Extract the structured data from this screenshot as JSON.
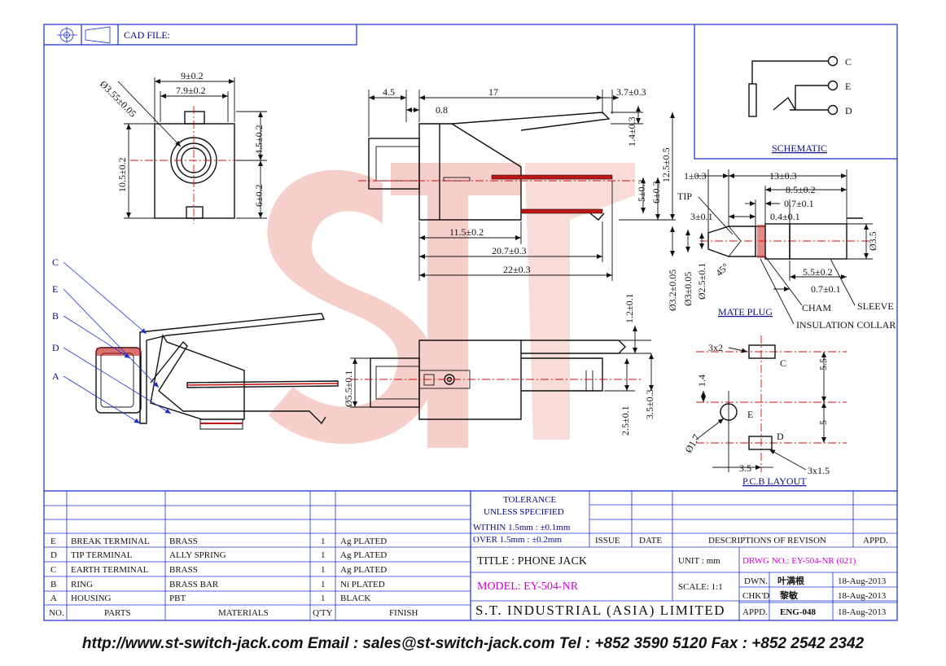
{
  "header": {
    "cad_file_label": "CAD FILE:"
  },
  "watermark": {
    "text": "ST",
    "color": "#e8847c"
  },
  "schematic": {
    "title": "SCHEMATIC",
    "pins": [
      "C",
      "E",
      "D"
    ]
  },
  "front_view": {
    "dims": [
      "9±0.2",
      "7.9±0.2",
      "Ø3.55±0.05",
      "10.5±0.2",
      "4.5±0.2",
      "6±0.2"
    ]
  },
  "side_view": {
    "dims": [
      "4.5",
      "17",
      "3.7±0.3",
      "0.8",
      "1.4±0.3",
      "12.5±0.5",
      "5±0.3",
      "6±0.3",
      "11.5±0.2",
      "20.7±0.3",
      "22±0.3"
    ]
  },
  "bottom_view": {
    "dims": [
      "1.2±0.1",
      "Ø5.5±0.1",
      "2.5±0.1",
      "3.5±0.3"
    ]
  },
  "iso_view": {
    "labels": [
      "C",
      "E",
      "B",
      "D",
      "A"
    ]
  },
  "mate_plug": {
    "title": "MATE PLUG",
    "dims": [
      "1±0.3",
      "13±0.3",
      "8.5±0.2",
      "0.7±0.1",
      "3±0.1",
      "0.4±0.1",
      "Ø3.5",
      "5.5±0.2",
      "0.7±0.1",
      "Ø3.2±0.05",
      "Ø3±0.05",
      "Ø2.5±0.1",
      "45°"
    ],
    "labels": [
      "TIP",
      "CHAM",
      "SLEEVE",
      "INSULATION COLLAR"
    ]
  },
  "pcb_layout": {
    "title": "P.C.B LAYOUT",
    "dims": [
      "3x2",
      "C",
      "5.5",
      "1.4",
      "E",
      "5",
      "Ø1.7",
      "D",
      "3.5",
      "3x1.5"
    ]
  },
  "title_block": {
    "tolerance": [
      "TOLERANCE",
      "UNLESS SPECIFIED",
      "WITHIN 1.5mm : ±0.1mm",
      "OVER 1.5mm : ±0.2mm"
    ],
    "revision_headers": [
      "ISSUE",
      "DATE",
      "DESCRIPTIONS OF REVISON",
      "APPD."
    ],
    "parts_headers": [
      "NO.",
      "PARTS",
      "MATERIALS",
      "Q'TY",
      "FINISH"
    ],
    "parts": [
      {
        "no": "E",
        "part": "BREAK TERMINAL",
        "material": "BRASS",
        "qty": "1",
        "finish": "Ag PLATED"
      },
      {
        "no": "D",
        "part": "TIP TERMINAL",
        "material": "ALLY SPRING",
        "qty": "1",
        "finish": "Ag PLATED"
      },
      {
        "no": "C",
        "part": "EARTH TERMINAL",
        "material": "BRASS",
        "qty": "1",
        "finish": "Ag PLATED"
      },
      {
        "no": "B",
        "part": "RING",
        "material": "BRASS BAR",
        "qty": "1",
        "finish": "Ni PLATED"
      },
      {
        "no": "A",
        "part": "HOUSING",
        "material": "PBT",
        "qty": "1",
        "finish": "BLACK"
      }
    ],
    "title": "TITLE : PHONE JACK",
    "model": "MODEL: EY-504-NR",
    "company": "S.T. INDUSTRIAL (ASIA) LIMITED",
    "unit": "UNIT :   mm",
    "scale": "SCALE:   1:1",
    "drwg_no": "DRWG NO.: EY-504-NR (021)",
    "approvals": [
      {
        "role": "DWN.",
        "name": "叶满根",
        "date": "18-Aug-2013"
      },
      {
        "role": "CHK'D",
        "name": "黎敏",
        "date": "18-Aug-2013"
      },
      {
        "role": "APPD.",
        "name": "ENG-048",
        "date": "18-Aug-2013"
      }
    ]
  },
  "footer": {
    "text": "http://www.st-switch-jack.com  Email : sales@st-switch-jack.com  Tel : +852 3590 5120  Fax : +852 2542 2342"
  }
}
